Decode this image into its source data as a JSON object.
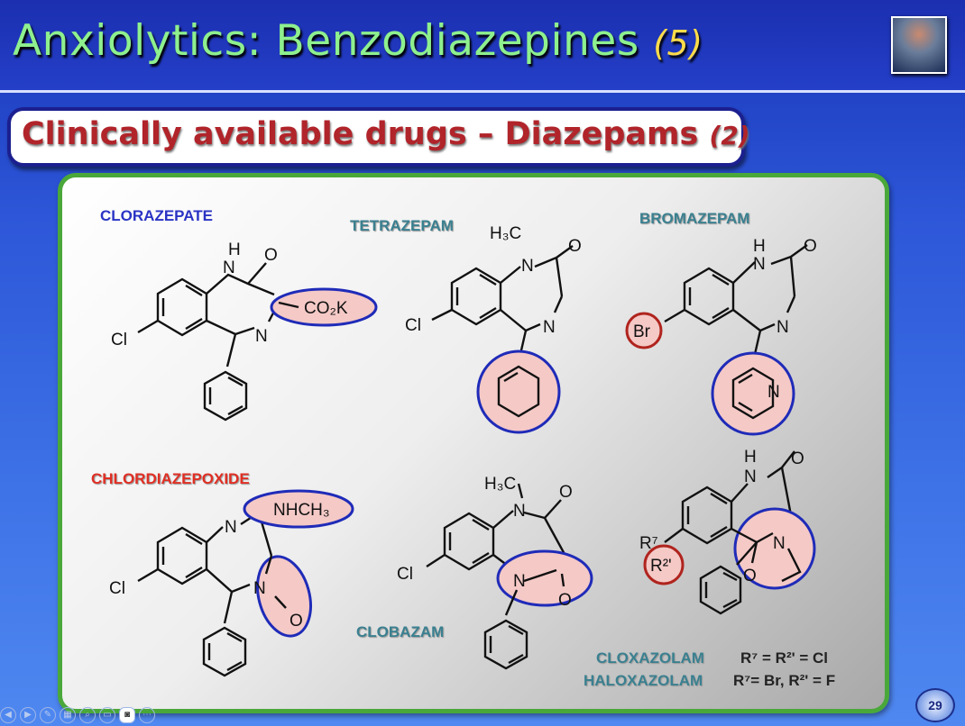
{
  "header": {
    "title": "Anxiolytics: Benzodiazepines",
    "title_number": "(5)"
  },
  "subtitle": {
    "text": "Clinically available drugs – Diazepams",
    "number": "(2)"
  },
  "drugs": {
    "clorazepate": "CLORAZEPATE",
    "tetrazepam": "TETRAZEPAM",
    "bromazepam": "BROMAZEPAM",
    "chlordiazepoxide": "CHLORDIAZEPOXIDE",
    "clobazam": "CLOBAZAM",
    "cloxazolam": "CLOXAZOLAM",
    "haloxazolam": "HALOXAZOLAM"
  },
  "substituents": {
    "cloxazolam": "R⁷ = R²' = Cl",
    "haloxazolam": "R⁷= Br, R²' = F"
  },
  "atoms": {
    "H": "H",
    "O": "O",
    "N": "N",
    "Cl": "Cl",
    "Br": "Br",
    "CO2K": "CO₂K",
    "NHCH3": "NHCH₃",
    "H3C": "H₃C",
    "R7": "R⁷",
    "R2": "R²'"
  },
  "footer": {
    "page": "29"
  },
  "colors": {
    "title": "#8ef08e",
    "subtitle": "#b0242a",
    "highlight_fill": "#f4c9c6",
    "highlight_stroke": "#1f2bb8"
  }
}
